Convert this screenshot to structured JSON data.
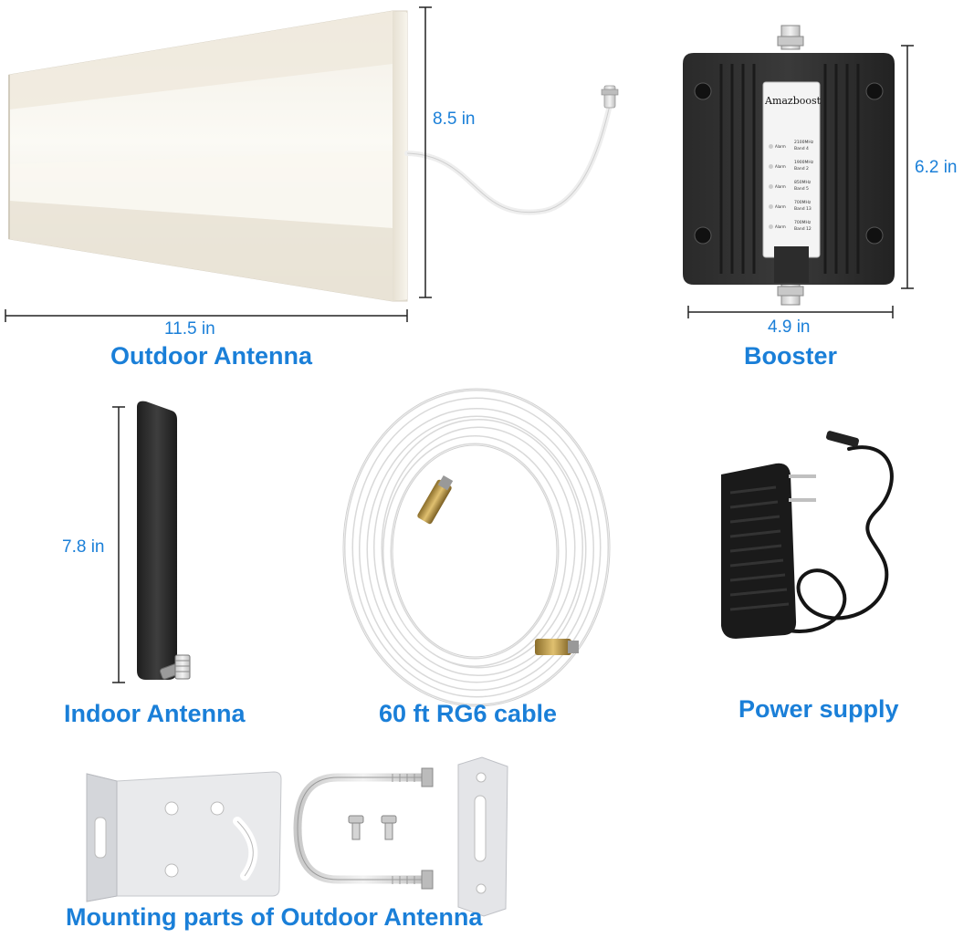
{
  "colors": {
    "accent": "#1a7fd8",
    "dimension_line": "#222222"
  },
  "outdoor_antenna": {
    "caption": "Outdoor Antenna",
    "width": "11.5 in",
    "height": "8.5 in"
  },
  "booster": {
    "caption": "Booster",
    "width": "4.9 in",
    "height": "6.2 in",
    "brand": "Amazboost",
    "panel": [
      {
        "alarm": "Alarm",
        "freq": "2100MHz",
        "band": "Band 4"
      },
      {
        "alarm": "Alarm",
        "freq": "1900MHz",
        "band": "Band 2"
      },
      {
        "alarm": "Alarm",
        "freq": "850MHz",
        "band": "Band 5"
      },
      {
        "alarm": "Alarm",
        "freq": "700MHz",
        "band": "Band 13"
      },
      {
        "alarm": "Alarm",
        "freq": "700MHz",
        "band": "Band 12"
      }
    ]
  },
  "indoor_antenna": {
    "caption": "Indoor Antenna",
    "height": "7.8 in"
  },
  "cable": {
    "caption": "60 ft RG6 cable"
  },
  "power_supply": {
    "caption": "Power supply"
  },
  "mounting_parts": {
    "caption": "Mounting parts of Outdoor Antenna"
  }
}
